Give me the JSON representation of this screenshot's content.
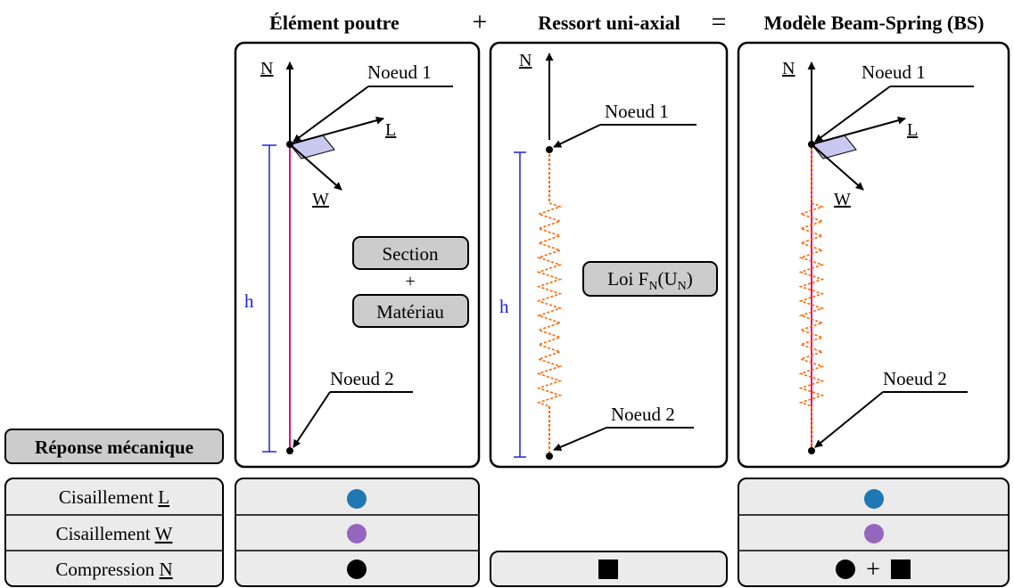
{
  "header": {
    "beam_title": "Élément poutre",
    "plus_sign": "+",
    "spring_title": "Ressort uni-axial",
    "equals_sign": "=",
    "bs_title": "Modèle Beam-Spring (BS)"
  },
  "beam_panel": {
    "axis_n": "N",
    "axis_l": "L",
    "axis_w": "W",
    "node1": "Noeud 1",
    "node2": "Noeud 2",
    "height": "h",
    "section_label": "Section",
    "plus": "+",
    "material_label": "Matériau"
  },
  "spring_panel": {
    "axis_n": "N",
    "node1": "Noeud 1",
    "node2": "Noeud 2",
    "height": "h",
    "law_prefix": "Loi F",
    "law_sub1": "N",
    "law_mid": "(U",
    "law_sub2": "N",
    "law_end": ")"
  },
  "bs_panel": {
    "axis_n": "N",
    "axis_l": "L",
    "axis_w": "W",
    "node1": "Noeud 1",
    "node2": "Noeud 2"
  },
  "table": {
    "response_header": "Réponse mécanique",
    "rows": [
      {
        "prefix": "Cisaillement ",
        "axis": "L"
      },
      {
        "prefix": "Cisaillement ",
        "axis": "W"
      },
      {
        "prefix": "Compression ",
        "axis": "N"
      }
    ],
    "combo_plus": "+"
  },
  "colors": {
    "shear_l": "#1f77b4",
    "shear_w": "#9467bd",
    "compression": "#000000",
    "spring": "#ff6600",
    "beam_line": "#d6187f",
    "height_marker": "#2222dd",
    "cell_fill": "#ebebeb",
    "callout_fill": "#cccccc",
    "section_plane": "#c8c8f0"
  }
}
